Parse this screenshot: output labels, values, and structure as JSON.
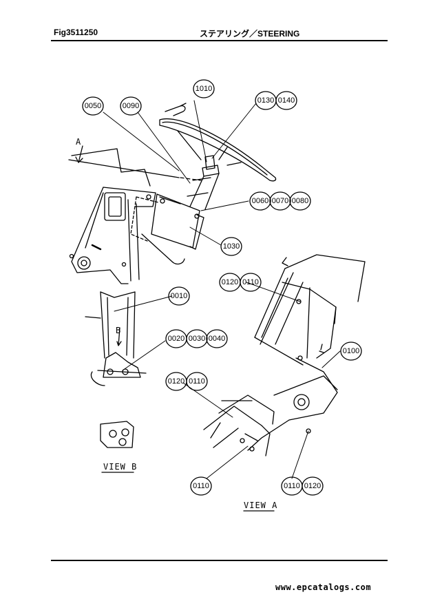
{
  "header": {
    "fig_id": "Fig3511250",
    "title": "ステアリング／STEERING"
  },
  "callouts": {
    "c1010": "1010",
    "c0050": "0050",
    "c0090": "0090",
    "c0130": "0130",
    "c0140": "0140",
    "c0060": "0060",
    "c0070": "0070",
    "c0080": "0080",
    "c1030": "1030",
    "c0010": "0010",
    "c0020": "0020",
    "c0030": "0030",
    "c0040": "0040",
    "c0120a": "0120",
    "c0110a": "0110",
    "c0100": "0100",
    "c0120b": "0120",
    "c0110b": "0110",
    "c0110c": "0110",
    "c0110d": "0110",
    "c0120c": "0120"
  },
  "labels": {
    "arrow_a": "A",
    "arrow_b": "B",
    "view_b": "VIEW B",
    "view_a": "VIEW A"
  },
  "footer": {
    "watermark": "www.epcatalogs.com"
  }
}
